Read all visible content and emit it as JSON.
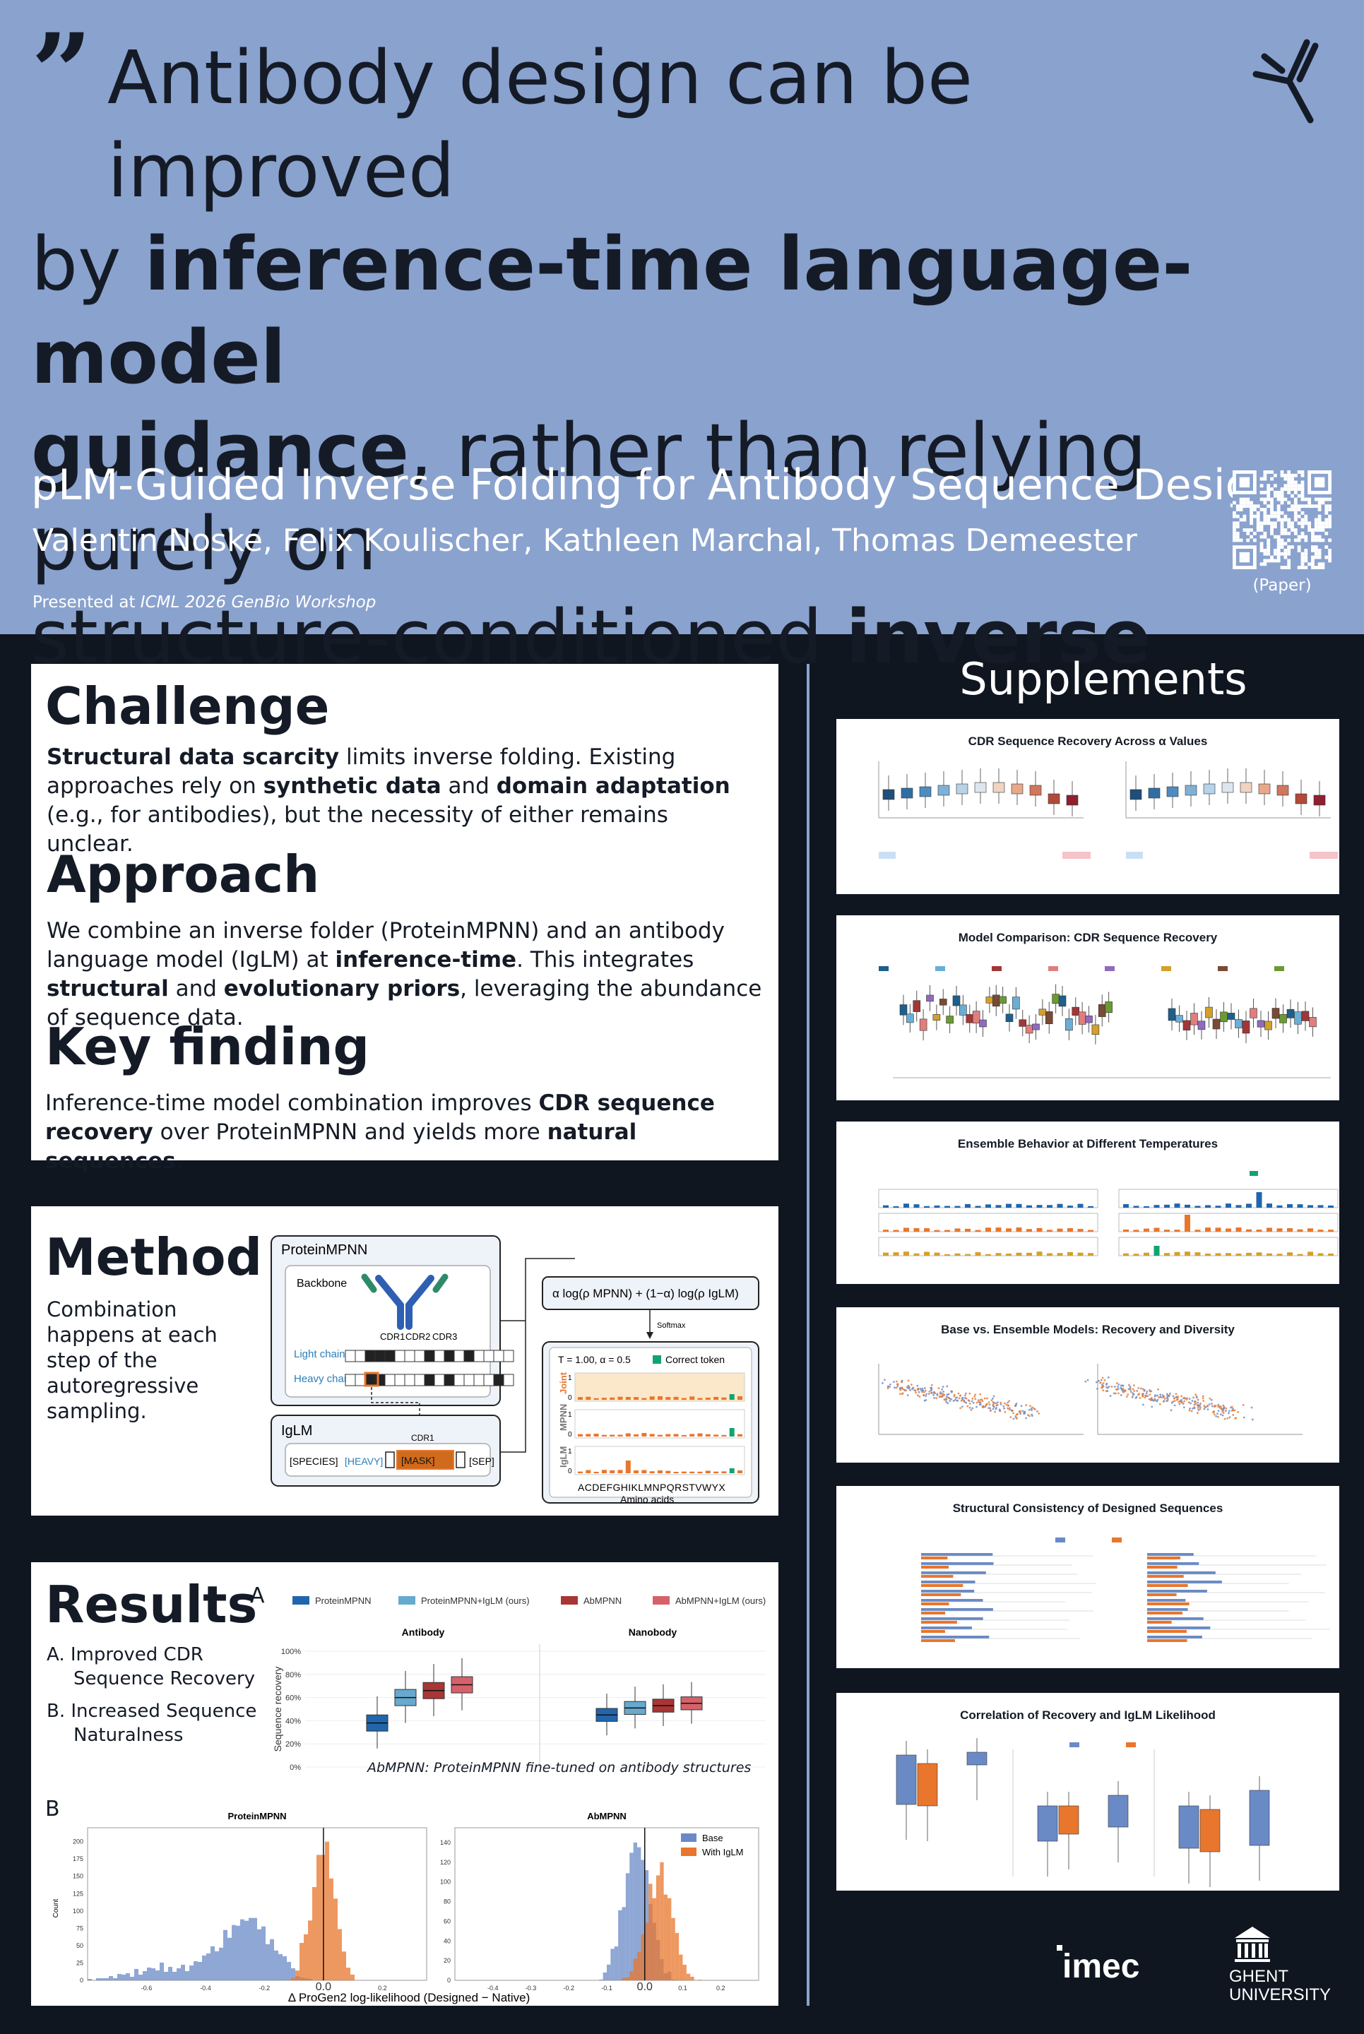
{
  "header": {
    "quote_mark": "”",
    "headline": {
      "l1": "Antibody design can be improved",
      "l2a": "by ",
      "l2b": "inference-time language-model",
      "l3a": "guidance",
      "l3b": ", rather than relying purely on",
      "l4a": "structure-conditioned ",
      "l4b": "inverse folding",
      "l4c": "."
    },
    "title": "pLM-Guided Inverse Folding for Antibody Sequence Design",
    "authors": "Valentin Noske, Felix Koulischer, Kathleen Marchal, Thomas Demeester",
    "presented_prefix": "Presented at ",
    "presented_venue": "ICML 2026 GenBio Workshop",
    "qr_label": "(Paper)"
  },
  "intro": {
    "challenge_h": "Challenge",
    "challenge": [
      "Structural data scarcity",
      " limits inverse folding. Existing approaches rely on ",
      "synthetic data",
      " and ",
      "domain adaptation",
      " (e.g., for antibodies), but the necessity of either remains unclear."
    ],
    "approach_h": "Approach",
    "approach": [
      "We combine an inverse folder (ProteinMPNN) and an antibody language model (IgLM) at ",
      "inference-time",
      ". This integrates ",
      "structural",
      " and ",
      "evolutionary priors",
      ", leveraging the abundance of sequence data."
    ],
    "finding_h": "Key finding",
    "finding": [
      "Inference-time model combination improves ",
      "CDR sequence recovery",
      " over ProteinMPNN and yields more ",
      "natural sequences",
      "."
    ]
  },
  "method": {
    "heading": "Method",
    "text": "Combination happens  at each step of the autoregressive sampling.",
    "pmpnn": "ProteinMPNN",
    "backbone": "Backbone",
    "cdr1": "CDR1",
    "cdr2": "CDR2",
    "cdr3": "CDR3",
    "light": "Light chain",
    "heavy": "Heavy chain",
    "iglm": "IgLM",
    "iglm_cdr1": "CDR1",
    "species": "[SPECIES]",
    "heavy_tok": "[HEAVY]",
    "mask": "[MASK]",
    "sep": "[SEP]",
    "formula": "α log(ρ MPNN) + (1−α) log(ρ IgLM)",
    "softmax": "Softmax",
    "params": "T = 1.00, α = 0.5",
    "correct": "Correct token",
    "rows": [
      "Joint",
      "MPNN",
      "IgLM"
    ],
    "aa": "ACDEFGHIKLMNPQRSTVWYX",
    "aa_label": "Amino acids"
  },
  "results": {
    "heading": "Results",
    "items": [
      "A. Improved CDR Sequence Recovery",
      "B. Increased Sequence Naturalness"
    ],
    "a_label": "A",
    "b_label": "B",
    "caption": "AbMPNN: ProteinMPNN fine-tuned on antibody structures",
    "xlabel_b": "Δ ProGen2 log-likelihood (Designed − Native)"
  },
  "supplements": {
    "title": "Supplements",
    "s1": "CDR Sequence Recovery Across α Values",
    "s2": "Model Comparison: CDR Sequence Recovery",
    "s3": "Ensemble Behavior at Different Temperatures",
    "s4": "Base vs. Ensemble Models: Recovery and Diversity",
    "s5": "Structural Consistency of Designed Sequences",
    "s6": "Correlation of Recovery and IgLM Likelihood"
  },
  "logos": {
    "imec": "imec",
    "ugent1": "GHENT",
    "ugent2": "UNIVERSITY"
  },
  "colors": {
    "header_bg": "#8aa2ce",
    "dark_bg": "#0f1620",
    "pmpnn": "#2166ac",
    "pmpnn_iglm": "#67a9cf",
    "abmpnn": "#a93535",
    "abmpnn_iglm": "#d6616b",
    "base": "#6a8ac6",
    "iglm": "#e8762c"
  },
  "chart_data": [
    {
      "type": "box",
      "panel": "A",
      "series": [
        {
          "name": "ProteinMPNN",
          "medians": [
            0.38,
            0.45
          ]
        },
        {
          "name": "ProteinMPNN+IgLM (ours)",
          "medians": [
            0.6,
            0.51
          ]
        },
        {
          "name": "AbMPNN",
          "medians": [
            0.66,
            0.53
          ]
        },
        {
          "name": "AbMPNN+IgLM (ours)",
          "medians": [
            0.71,
            0.55
          ]
        }
      ],
      "categories": [
        "Antibody",
        "Nanobody"
      ],
      "ylabel": "Sequence recovery",
      "yticks": [
        "0%",
        "20%",
        "40%",
        "60%",
        "80%",
        "100%"
      ]
    },
    {
      "type": "histogram",
      "panel": "B",
      "subplots": [
        "ProteinMPNN",
        "AbMPNN"
      ],
      "series": [
        {
          "name": "Base"
        },
        {
          "name": "With IgLM"
        }
      ],
      "xticks_pmpnn": [
        "-0.6",
        "-0.4",
        "-0.2",
        "0.0",
        "0.2"
      ],
      "xticks_abmpnn": [
        "-0.4",
        "-0.3",
        "-0.2",
        "-0.1",
        "0.0",
        "0.1",
        "0.2"
      ],
      "yticks_pmpnn": [
        "0",
        "25",
        "50",
        "75",
        "100",
        "125",
        "150",
        "175",
        "200"
      ],
      "yticks_abmpnn": [
        "0",
        "20",
        "40",
        "60",
        "80",
        "100",
        "120",
        "140"
      ],
      "ylabel": "Count"
    }
  ]
}
